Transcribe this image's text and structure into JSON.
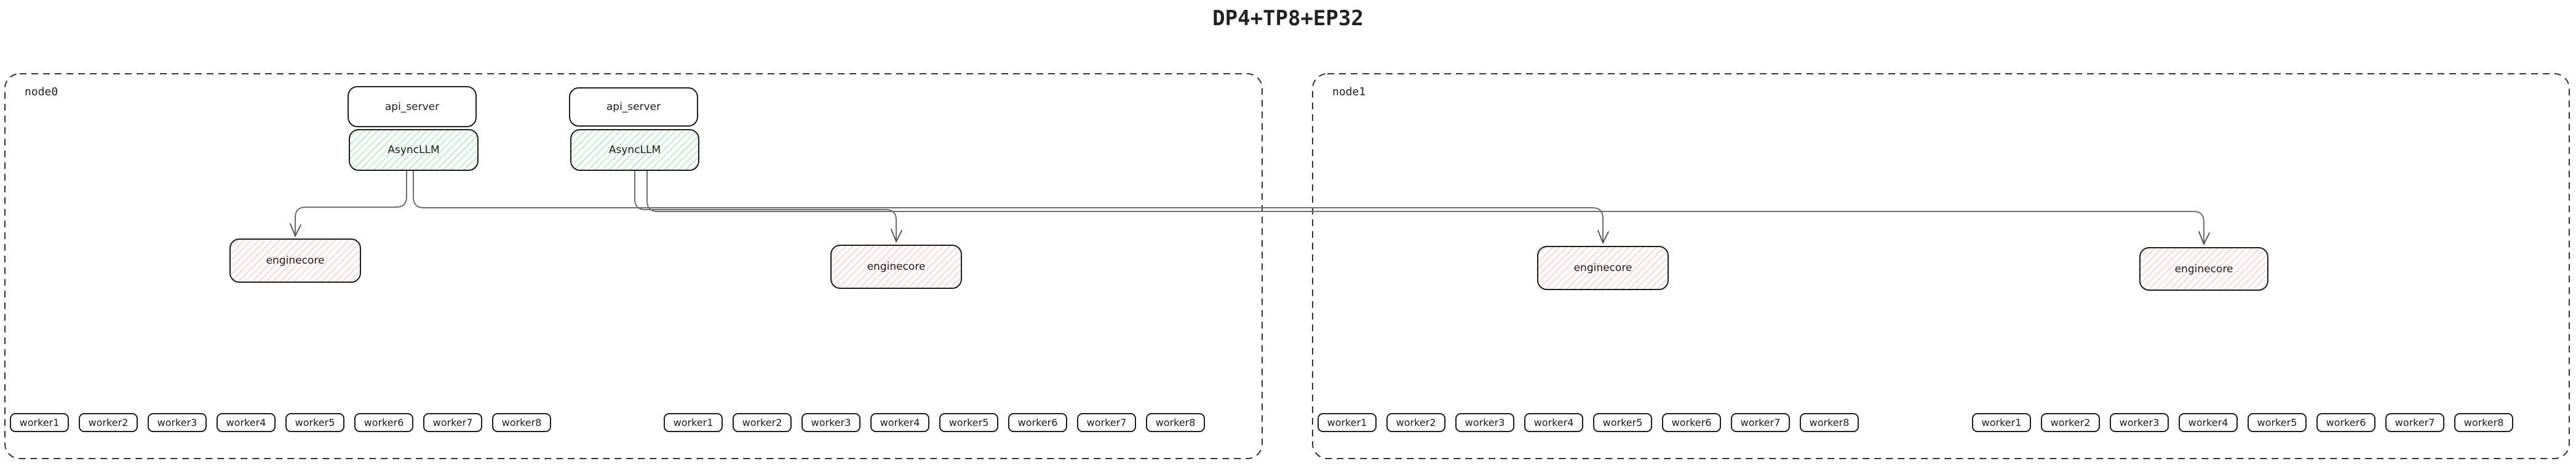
{
  "title": "DP4+TP8+EP32",
  "colors": {
    "asyncllm_hatch_green": "#7ddc9c",
    "enginecore_hatch_red": "#e89a9a",
    "box_border": "#1c1c1c",
    "edge_gray": "#6e6e6e",
    "node_border": "#333333"
  },
  "nodes": [
    {
      "label": "node0",
      "api_servers": [
        {
          "api_server_label": "api_server",
          "asyncllm_label": "AsyncLLM"
        },
        {
          "api_server_label": "api_server",
          "asyncllm_label": "AsyncLLM"
        }
      ],
      "enginecores": [
        "enginecore",
        "enginecore"
      ],
      "worker_groups": [
        [
          "worker1",
          "worker2",
          "worker3",
          "worker4",
          "worker5",
          "worker6",
          "worker7",
          "worker8"
        ],
        [
          "worker1",
          "worker2",
          "worker3",
          "worker4",
          "worker5",
          "worker6",
          "worker7",
          "worker8"
        ]
      ]
    },
    {
      "label": "node1",
      "enginecores": [
        "enginecore",
        "enginecore"
      ],
      "worker_groups": [
        [
          "worker1",
          "worker2",
          "worker3",
          "worker4",
          "worker5",
          "worker6",
          "worker7",
          "worker8"
        ],
        [
          "worker1",
          "worker2",
          "worker3",
          "worker4",
          "worker5",
          "worker6",
          "worker7",
          "worker8"
        ]
      ]
    }
  ]
}
